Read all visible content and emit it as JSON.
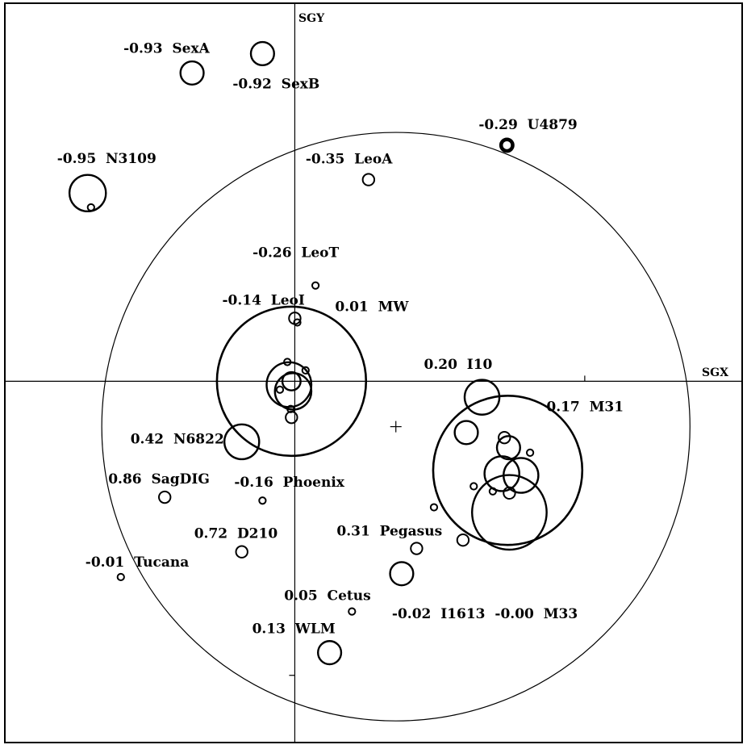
{
  "chart_data": {
    "type": "scatter",
    "xlabel": "SGX",
    "ylabel": "SGY",
    "xlim": [
      -3.5,
      5.4
    ],
    "ylim": [
      -4.3,
      4.5
    ],
    "grid": false,
    "center_marker": [
      1.22,
      -0.54
    ],
    "boundary_circle": {
      "cx": 1.22,
      "cy": -0.54,
      "r": 3.55
    },
    "points": [
      {
        "label": "-0.93  SexA",
        "x": -1.24,
        "y": 3.67,
        "r": 0.14
      },
      {
        "label": "-0.92  SexB",
        "x": -0.39,
        "y": 3.9,
        "r": 0.14
      },
      {
        "label": "-0.29  U4879",
        "x": 2.56,
        "y": 2.81,
        "r": 0.07,
        "thick": true
      },
      {
        "label": "-0.95  N3109",
        "x": -2.5,
        "y": 2.24,
        "r": 0.22
      },
      {
        "label": "-0.35  LeoA",
        "x": 0.89,
        "y": 2.4,
        "r": 0.07
      },
      {
        "label": "-0.26  LeoT",
        "x": 0.25,
        "y": 1.14,
        "r": 0.04
      },
      {
        "label": "-0.14  LeoI",
        "x": 0.0,
        "y": 0.75,
        "r": 0.07
      },
      {
        "label": "0.01  MW",
        "x": -0.04,
        "y": 0.0,
        "r": 0.9
      },
      {
        "label": "0.20  I10",
        "x": 2.26,
        "y": -0.19,
        "r": 0.21
      },
      {
        "label": "0.17  M31",
        "x": 2.57,
        "y": -1.06,
        "r": 0.9
      },
      {
        "label": "0.42  N6822",
        "x": -0.64,
        "y": -0.72,
        "r": 0.21
      },
      {
        "label": "0.86  SagDIG",
        "x": -1.57,
        "y": -1.38,
        "r": 0.07
      },
      {
        "label": "-0.16  Phoenix",
        "x": -0.39,
        "y": -1.42,
        "r": 0.04
      },
      {
        "label": "0.31  Pegasus",
        "x": 1.47,
        "y": -1.99,
        "r": 0.07
      },
      {
        "label": "0.72  D210",
        "x": -0.64,
        "y": -2.03,
        "r": 0.07
      },
      {
        "label": "-0.00  M33",
        "x": 2.59,
        "y": -1.56,
        "r": 0.45
      },
      {
        "label": "-0.01  Tucana",
        "x": -2.1,
        "y": -2.33,
        "r": 0.04
      },
      {
        "label": "-0.02  I1613",
        "x": 1.29,
        "y": -2.29,
        "r": 0.14
      },
      {
        "label": "0.05  Cetus",
        "x": 0.69,
        "y": -2.74,
        "r": 0.04
      },
      {
        "label": "0.13  WLM",
        "x": 0.42,
        "y": -3.23,
        "r": 0.14
      }
    ],
    "unlabeled": [
      {
        "x": 0.03,
        "y": 0.7,
        "r": 0.04
      },
      {
        "x": -0.09,
        "y": 0.23,
        "r": 0.04
      },
      {
        "x": 0.13,
        "y": 0.13,
        "r": 0.04
      },
      {
        "x": -0.07,
        "y": -0.04,
        "r": 0.27
      },
      {
        "x": -0.02,
        "y": -0.12,
        "r": 0.22
      },
      {
        "x": -0.04,
        "y": 0.0,
        "r": 0.11
      },
      {
        "x": -0.18,
        "y": -0.1,
        "r": 0.04
      },
      {
        "x": -0.05,
        "y": -0.33,
        "r": 0.04
      },
      {
        "x": -0.04,
        "y": -0.43,
        "r": 0.07
      },
      {
        "x": 2.07,
        "y": -0.61,
        "r": 0.14
      },
      {
        "x": 2.53,
        "y": -0.67,
        "r": 0.07
      },
      {
        "x": 2.58,
        "y": -0.79,
        "r": 0.14
      },
      {
        "x": 2.84,
        "y": -0.85,
        "r": 0.04
      },
      {
        "x": 2.5,
        "y": -1.1,
        "r": 0.21
      },
      {
        "x": 2.73,
        "y": -1.12,
        "r": 0.21
      },
      {
        "x": 2.16,
        "y": -1.25,
        "r": 0.04
      },
      {
        "x": 2.39,
        "y": -1.31,
        "r": 0.04
      },
      {
        "x": 2.59,
        "y": -1.33,
        "r": 0.07
      },
      {
        "x": 1.68,
        "y": -1.5,
        "r": 0.04
      },
      {
        "x": 2.03,
        "y": -1.89,
        "r": 0.07
      },
      {
        "x": -2.46,
        "y": 2.07,
        "r": 0.04
      }
    ]
  }
}
